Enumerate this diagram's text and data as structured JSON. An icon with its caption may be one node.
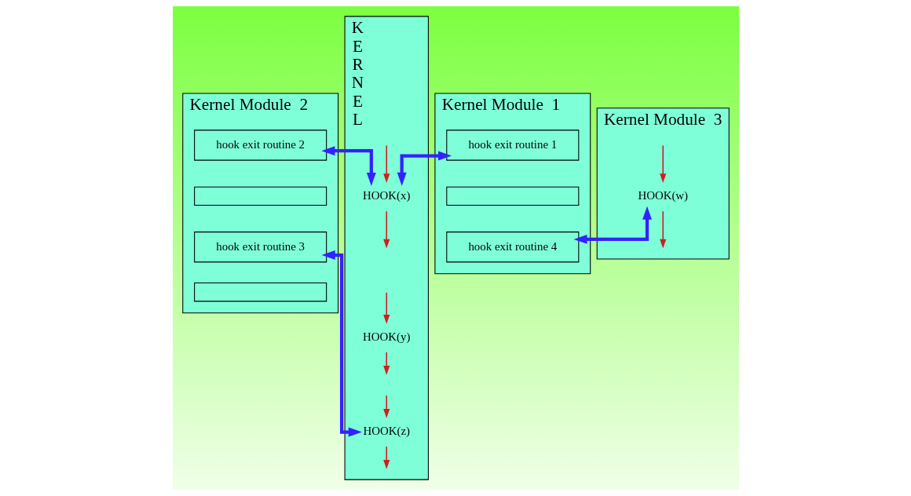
{
  "diagram": {
    "nodes": [
      {
        "text": [
          "K E R N E L"
        ]
      },
      {
        "text": [
          "HOOK(x)"
        ],
        "in": 0
      },
      {
        "text": [
          "HOOK(y)"
        ],
        "in": 0
      },
      {
        "text": [
          "HOOK(z)"
        ],
        "in": 0
      },
      {
        "text": [
          "Kernel Module  1"
        ]
      },
      {
        "text": [
          "hook exit routine 1"
        ],
        "in": 4
      },
      {
        "text": [],
        "shape": "box",
        "in": 4
      },
      {
        "text": [
          "hook exit routine 4"
        ],
        "in": 4
      },
      {
        "text": [
          "Kernel Module  3"
        ]
      },
      {
        "text": [
          "HOOK(w)"
        ],
        "in": 8
      },
      {
        "text": [
          "Kernel Module  2"
        ]
      },
      {
        "text": [
          "hook exit routine 2"
        ],
        "in": 10
      },
      {
        "text": [],
        "shape": "box",
        "in": 10
      },
      {
        "text": [
          "hook exit routine 3"
        ],
        "in": 10
      },
      {
        "text": [],
        "shape": "box",
        "in": 10
      }
    ],
    "edges": [
      {
        "from": null,
        "to": 1,
        "arrow": "to"
      },
      {
        "from": 1,
        "to": null,
        "arrow": "to"
      },
      {
        "from": null,
        "to": 2,
        "arrow": "to"
      },
      {
        "from": 2,
        "to": null,
        "arrow": "to"
      },
      {
        "from": null,
        "to": 3,
        "arrow": "to"
      },
      {
        "from": 3,
        "to": null,
        "arrow": "to"
      },
      {
        "from": null,
        "to": 9,
        "arrow": "to"
      },
      {
        "from": 9,
        "to": null,
        "arrow": "to"
      },
      {
        "from": 1,
        "to": 5,
        "arrow": "both",
        "style": "thick",
        "color": "#3322ff"
      },
      {
        "from": 1,
        "to": 11,
        "arrow": "both",
        "style": "thick",
        "color": "#3322ff"
      },
      {
        "from": 3,
        "to": 13,
        "arrow": "both",
        "style": "thick",
        "color": "#3322ff"
      },
      {
        "from": 7,
        "to": 9,
        "arrow": "both",
        "style": "thick",
        "color": "#3322ff"
      }
    ]
  }
}
